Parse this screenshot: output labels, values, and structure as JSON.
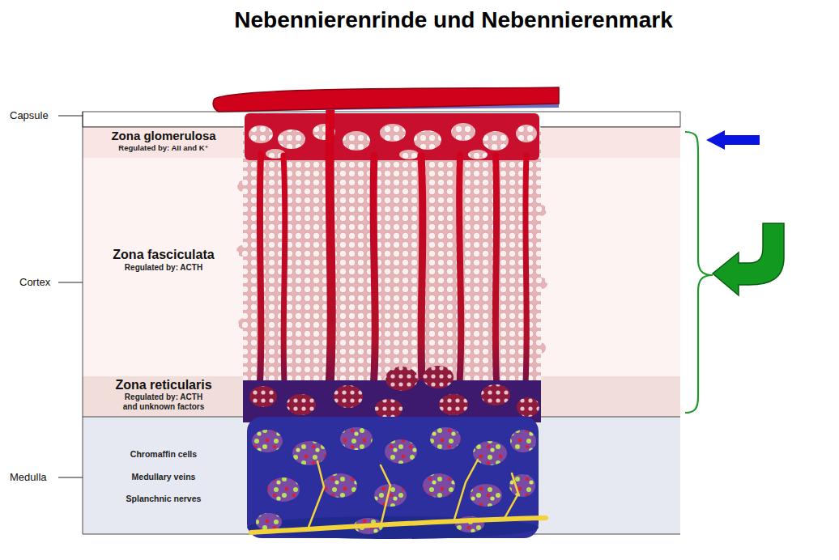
{
  "diagram": {
    "title": "Nebennierenrinde und Nebennierenmark",
    "nodes": [
      {
        "text": [
          "Zona glomerulosa",
          "Regulated by: AII and K⁺"
        ]
      },
      {
        "text": [
          "Zona fasciculata",
          "Regulated by: ACTH"
        ]
      },
      {
        "text": [
          "Zona reticularis",
          "Regulated by: ACTH and unknown factors"
        ]
      },
      {
        "text": [
          "Chromaffin cells",
          "Medullary veins",
          "Splanchnic nerves"
        ]
      }
    ],
    "labels": [
      "Capsule",
      "Cortex",
      "Medulla"
    ]
  }
}
